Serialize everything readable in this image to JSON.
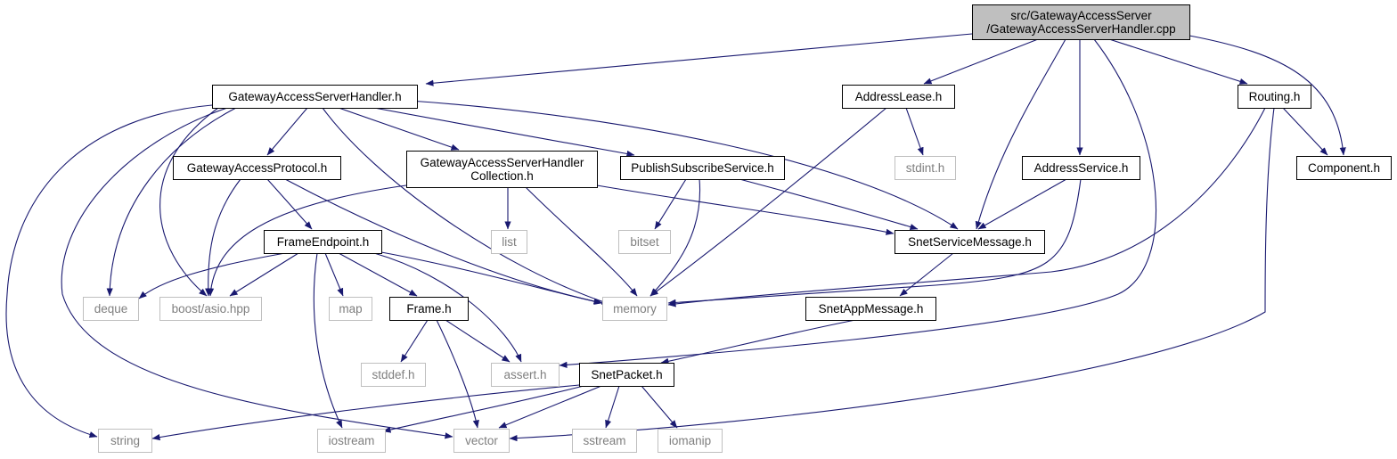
{
  "diagram": {
    "type": "include-dependency-graph",
    "colors": {
      "edge": "#191970",
      "root_fill": "#bfbfbf",
      "node_border": "#000000",
      "system_border": "#bfbfbf",
      "system_text": "#7f7f7f"
    },
    "nodes": [
      {
        "id": "root",
        "lines": [
          "src/GatewayAccessServer",
          "/GatewayAccessServerHandler.cpp"
        ],
        "kind": "root"
      },
      {
        "id": "gash_h",
        "lines": [
          "GatewayAccessServerHandler.h"
        ],
        "kind": "local"
      },
      {
        "id": "addresslease",
        "lines": [
          "AddressLease.h"
        ],
        "kind": "local"
      },
      {
        "id": "routing",
        "lines": [
          "Routing.h"
        ],
        "kind": "local"
      },
      {
        "id": "gap",
        "lines": [
          "GatewayAccessProtocol.h"
        ],
        "kind": "local"
      },
      {
        "id": "gashc",
        "lines": [
          "GatewayAccessServerHandler",
          "Collection.h"
        ],
        "kind": "local"
      },
      {
        "id": "pss",
        "lines": [
          "PublishSubscribeService.h"
        ],
        "kind": "local"
      },
      {
        "id": "stdint",
        "lines": [
          "stdint.h"
        ],
        "kind": "system"
      },
      {
        "id": "addresssvc",
        "lines": [
          "AddressService.h"
        ],
        "kind": "local"
      },
      {
        "id": "component",
        "lines": [
          "Component.h"
        ],
        "kind": "local"
      },
      {
        "id": "frameep",
        "lines": [
          "FrameEndpoint.h"
        ],
        "kind": "local"
      },
      {
        "id": "list",
        "lines": [
          "list"
        ],
        "kind": "system"
      },
      {
        "id": "bitset",
        "lines": [
          "bitset"
        ],
        "kind": "system"
      },
      {
        "id": "ssm",
        "lines": [
          "SnetServiceMessage.h"
        ],
        "kind": "local"
      },
      {
        "id": "deque",
        "lines": [
          "deque"
        ],
        "kind": "system"
      },
      {
        "id": "asio",
        "lines": [
          "boost/asio.hpp"
        ],
        "kind": "system"
      },
      {
        "id": "map",
        "lines": [
          "map"
        ],
        "kind": "system"
      },
      {
        "id": "frame",
        "lines": [
          "Frame.h"
        ],
        "kind": "local"
      },
      {
        "id": "memory",
        "lines": [
          "memory"
        ],
        "kind": "system"
      },
      {
        "id": "sam",
        "lines": [
          "SnetAppMessage.h"
        ],
        "kind": "local"
      },
      {
        "id": "stddef",
        "lines": [
          "stddef.h"
        ],
        "kind": "system"
      },
      {
        "id": "assert",
        "lines": [
          "assert.h"
        ],
        "kind": "system"
      },
      {
        "id": "snetpacket",
        "lines": [
          "SnetPacket.h"
        ],
        "kind": "local"
      },
      {
        "id": "string",
        "lines": [
          "string"
        ],
        "kind": "system"
      },
      {
        "id": "iostream",
        "lines": [
          "iostream"
        ],
        "kind": "system"
      },
      {
        "id": "vector",
        "lines": [
          "vector"
        ],
        "kind": "system"
      },
      {
        "id": "sstream",
        "lines": [
          "sstream"
        ],
        "kind": "system"
      },
      {
        "id": "iomanip",
        "lines": [
          "iomanip"
        ],
        "kind": "system"
      }
    ],
    "edges": [
      {
        "from": "root",
        "to": "gash_h"
      },
      {
        "from": "root",
        "to": "addresslease"
      },
      {
        "from": "root",
        "to": "ssm"
      },
      {
        "from": "root",
        "to": "addresssvc"
      },
      {
        "from": "root",
        "to": "assert"
      },
      {
        "from": "root",
        "to": "routing"
      },
      {
        "from": "root",
        "to": "component"
      },
      {
        "from": "gash_h",
        "to": "gap"
      },
      {
        "from": "gash_h",
        "to": "gashc"
      },
      {
        "from": "gash_h",
        "to": "pss"
      },
      {
        "from": "gash_h",
        "to": "ssm"
      },
      {
        "from": "gash_h",
        "to": "memory"
      },
      {
        "from": "gash_h",
        "to": "deque"
      },
      {
        "from": "gash_h",
        "to": "asio"
      },
      {
        "from": "gash_h",
        "to": "vector"
      },
      {
        "from": "gash_h",
        "to": "string"
      },
      {
        "from": "addresslease",
        "to": "stdint"
      },
      {
        "from": "addresslease",
        "to": "memory"
      },
      {
        "from": "routing",
        "to": "component"
      },
      {
        "from": "routing",
        "to": "memory"
      },
      {
        "from": "routing",
        "to": "vector"
      },
      {
        "from": "gap",
        "to": "frameep"
      },
      {
        "from": "gap",
        "to": "asio"
      },
      {
        "from": "gap",
        "to": "memory"
      },
      {
        "from": "gashc",
        "to": "list"
      },
      {
        "from": "gashc",
        "to": "memory"
      },
      {
        "from": "gashc",
        "to": "asio"
      },
      {
        "from": "gashc",
        "to": "ssm"
      },
      {
        "from": "pss",
        "to": "bitset"
      },
      {
        "from": "pss",
        "to": "memory"
      },
      {
        "from": "pss",
        "to": "ssm"
      },
      {
        "from": "addresssvc",
        "to": "ssm"
      },
      {
        "from": "addresssvc",
        "to": "memory"
      },
      {
        "from": "frameep",
        "to": "deque"
      },
      {
        "from": "frameep",
        "to": "asio"
      },
      {
        "from": "frameep",
        "to": "map"
      },
      {
        "from": "frameep",
        "to": "frame"
      },
      {
        "from": "frameep",
        "to": "memory"
      },
      {
        "from": "frameep",
        "to": "assert"
      },
      {
        "from": "frameep",
        "to": "iostream"
      },
      {
        "from": "ssm",
        "to": "sam"
      },
      {
        "from": "sam",
        "to": "snetpacket"
      },
      {
        "from": "frame",
        "to": "stddef"
      },
      {
        "from": "frame",
        "to": "assert"
      },
      {
        "from": "frame",
        "to": "vector"
      },
      {
        "from": "snetpacket",
        "to": "string"
      },
      {
        "from": "snetpacket",
        "to": "iostream"
      },
      {
        "from": "snetpacket",
        "to": "vector"
      },
      {
        "from": "snetpacket",
        "to": "sstream"
      },
      {
        "from": "snetpacket",
        "to": "iomanip"
      }
    ]
  }
}
